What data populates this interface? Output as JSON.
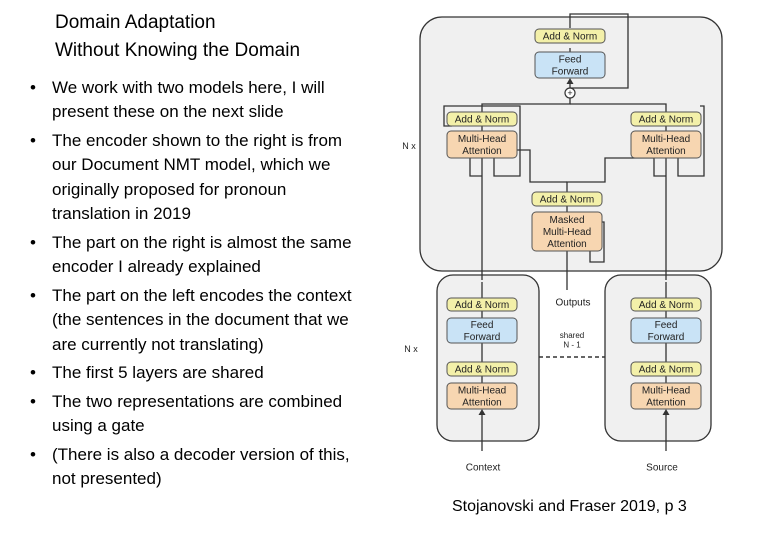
{
  "slide": {
    "title": "Domain Adaptation\nWithout Knowing the Domain",
    "bullets": [
      "We work with two models here, I will present these on the next slide",
      "The encoder shown to the right is from our Document NMT model, which we originally proposed for pronoun translation in 2019",
      "The part on the right is almost the same encoder I already explained",
      "The part on the left encodes the context (the sentences in the document that we are currently not translating)",
      "The first 5 layers are shared",
      "The two representations are combined using a gate",
      "(There is also a decoder version of this, not presented)"
    ],
    "bullet_glyph": "•",
    "citation": "Stojanovski and Fraser 2019, p 3"
  },
  "diagram": {
    "colors": {
      "norm": "#f3f0a9",
      "ff": "#c9e3f6",
      "attn": "#f7d6b1",
      "panel": "#f0f0f0",
      "stroke": "#555555"
    },
    "labels": {
      "add_norm": "Add & Norm",
      "feed_forward": "Feed\nForward",
      "multi_head": "Multi-Head\nAttention",
      "masked_multi_head": "Masked\nMulti-Head\nAttention",
      "nx": "N x",
      "outputs": "Outputs",
      "shared": "shared\nN - 1",
      "context": "Context",
      "source": "Source",
      "combine": "+"
    }
  }
}
